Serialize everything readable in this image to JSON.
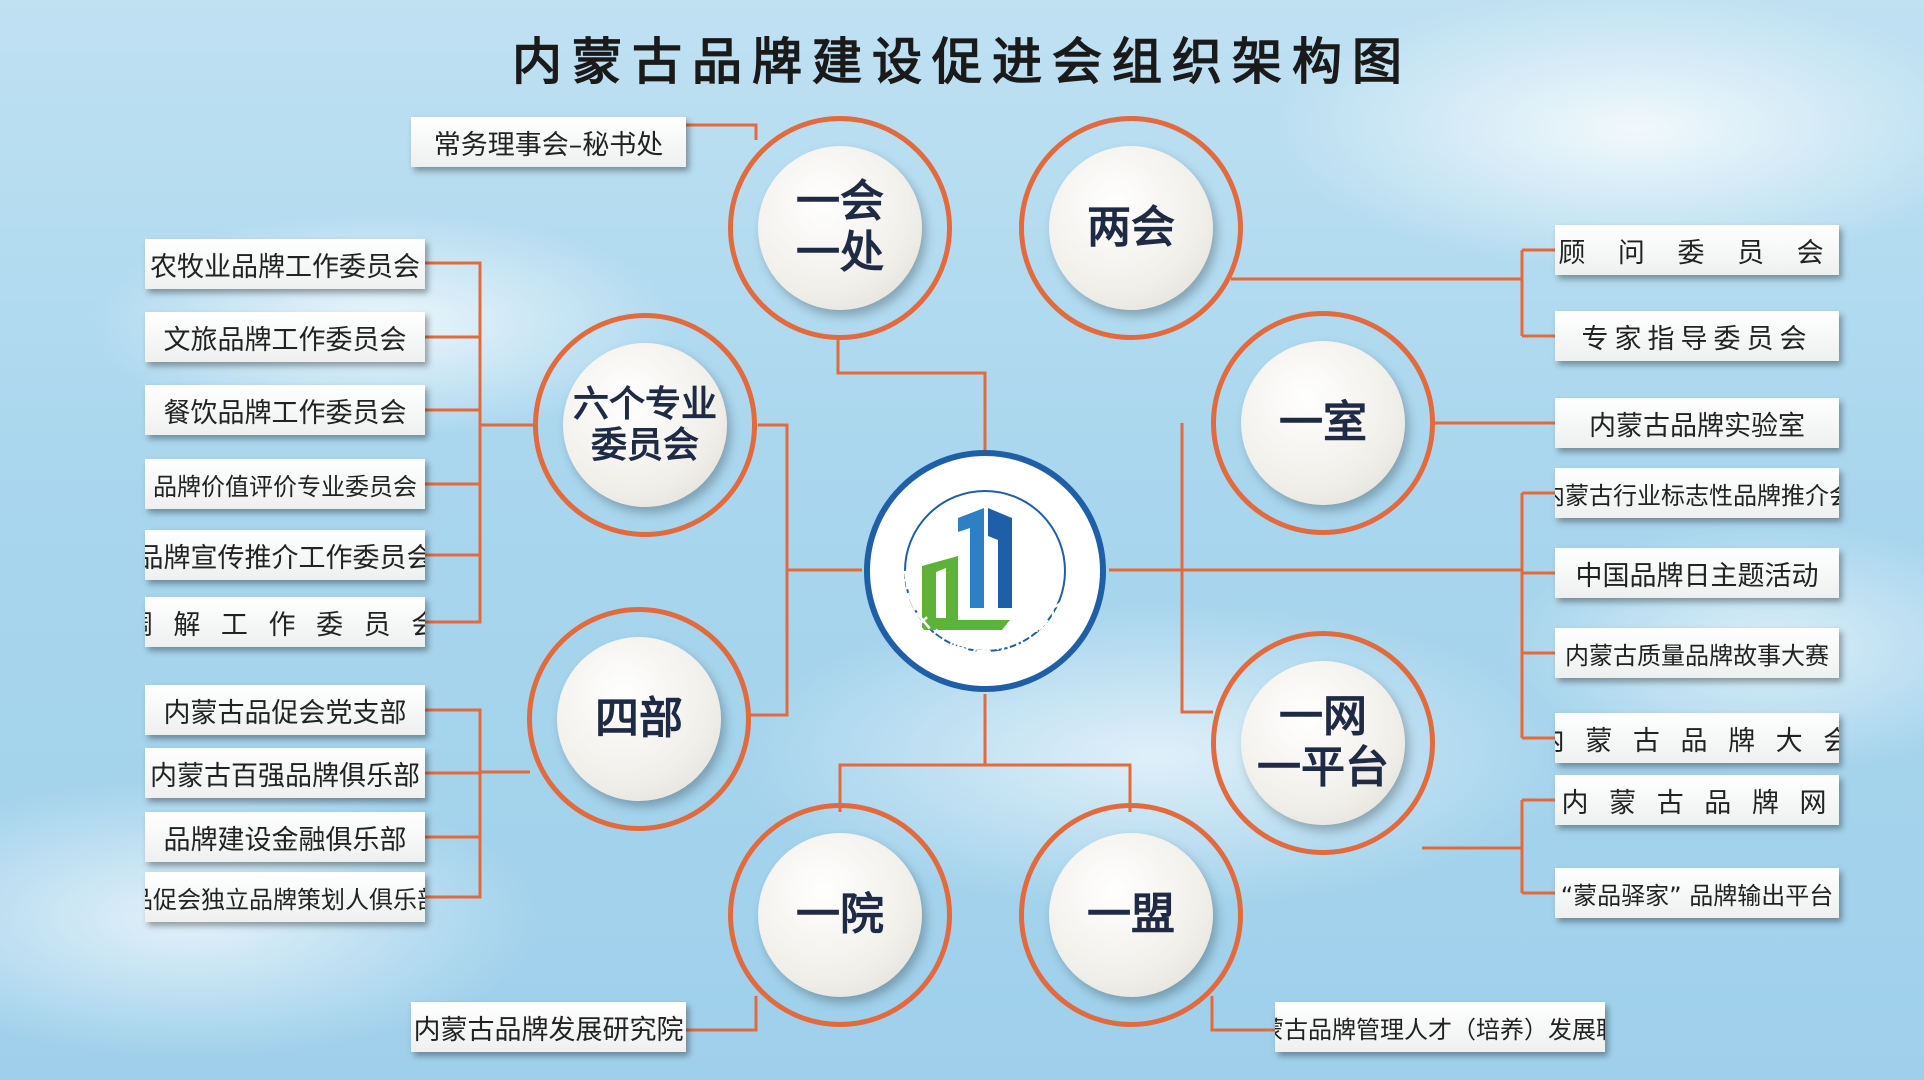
{
  "title": "内蒙古品牌建设促进会组织架构图",
  "center_logo": {
    "name": "logo-icon",
    "text_ring": "内蒙古品牌建设促进会",
    "colors": {
      "ring": "#1f5fa8",
      "blue": "#2f7fc4",
      "green": "#5db33a"
    }
  },
  "colors": {
    "line": "#e36a3c",
    "hub_text": "#1f2a44"
  },
  "hubs": {
    "yihui": "一会\n一处",
    "lianghui": "两会",
    "liuge": "六个专业\n委员会",
    "yishi": "一室",
    "sibu": "四部",
    "yiwang": "一网\n一平台",
    "yiyuan": "一院",
    "yimeng": "一盟"
  },
  "boxes": {
    "changwu": "常务理事会–秘书处",
    "guwen": "顾 问 委 员 会",
    "zhuanjia": "专家指导委员会",
    "nongmu": "农牧业品牌工作委员会",
    "wenlv": "文旅品牌工作委员会",
    "canyin": "餐饮品牌工作委员会",
    "jiazhi": "品牌价值评价专业委员会",
    "xuanchuan": "品牌宣传推介工作委员会",
    "tiaojie": "调 解 工 作 委 员 会",
    "shiyanshi": "内蒙古品牌实验室",
    "hangye": "内蒙古行业标志性品牌推介会",
    "pinpairi": "中国品牌日主题活动",
    "zhiliang": "内蒙古质量品牌故事大赛",
    "dahui": "内 蒙 古 品 牌 大 会",
    "dangzhibu": "内蒙古品促会党支部",
    "baiqiang": "内蒙古百强品牌俱乐部",
    "jinrong": "品牌建设金融俱乐部",
    "cehua": "品促会独立品牌策划人俱乐部",
    "pinpaiwang": "内 蒙 古 品 牌 网",
    "shuchu": "“蒙品驿家” 品牌输出平台",
    "yanjiuyuan": "内蒙古品牌发展研究院",
    "lianmeng": "内蒙古品牌管理人才（培养）发展联盟"
  }
}
